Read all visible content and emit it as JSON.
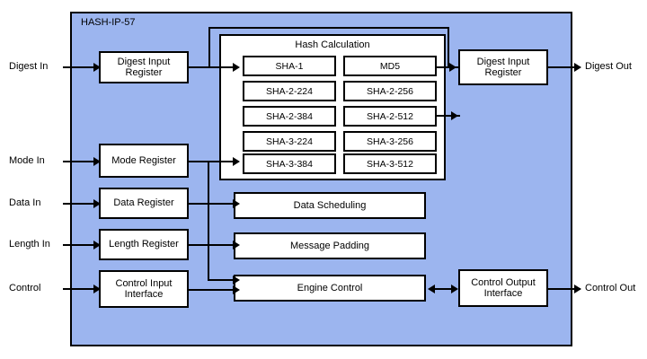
{
  "panel": {
    "title": "HASH-IP-57"
  },
  "ports": {
    "inputs": [
      {
        "label": "Digest In"
      },
      {
        "label": "Mode In"
      },
      {
        "label": "Data In"
      },
      {
        "label": "Length In"
      },
      {
        "label": "Control"
      }
    ],
    "outputs": [
      {
        "label": "Digest Out"
      },
      {
        "label": "Control Out"
      }
    ]
  },
  "blocks": {
    "digest_input_register": "Digest Input\nRegister",
    "digest_input_register_line1": "Digest Input",
    "digest_input_register_line2": "Register",
    "digest_output_register_line1": "Digest Input",
    "digest_output_register_line2": "Register",
    "mode_register": "Mode Register",
    "data_register": "Data Register",
    "length_register": "Length Register",
    "control_input_interface_line1": "Control Input",
    "control_input_interface_line2": "Interface",
    "control_output_interface_line1": "Control Output",
    "control_output_interface_line2": "Interface",
    "data_scheduling": "Data Scheduling",
    "message_padding": "Message Padding",
    "engine_control": "Engine Control"
  },
  "hash_calculation": {
    "title": "Hash Calculation",
    "algorithms_left": [
      "SHA-1",
      "SHA-2-224",
      "SHA-2-384",
      "SHA-3-224",
      "SHA-3-384"
    ],
    "algorithms_right": [
      "MD5",
      "SHA-2-256",
      "SHA-2-512",
      "SHA-3-256",
      "SHA-3-512"
    ]
  },
  "colors": {
    "panel_background": "#9cb5ef",
    "block_background": "#ffffff",
    "outline": "#000000",
    "page_background": "#ffffff"
  }
}
